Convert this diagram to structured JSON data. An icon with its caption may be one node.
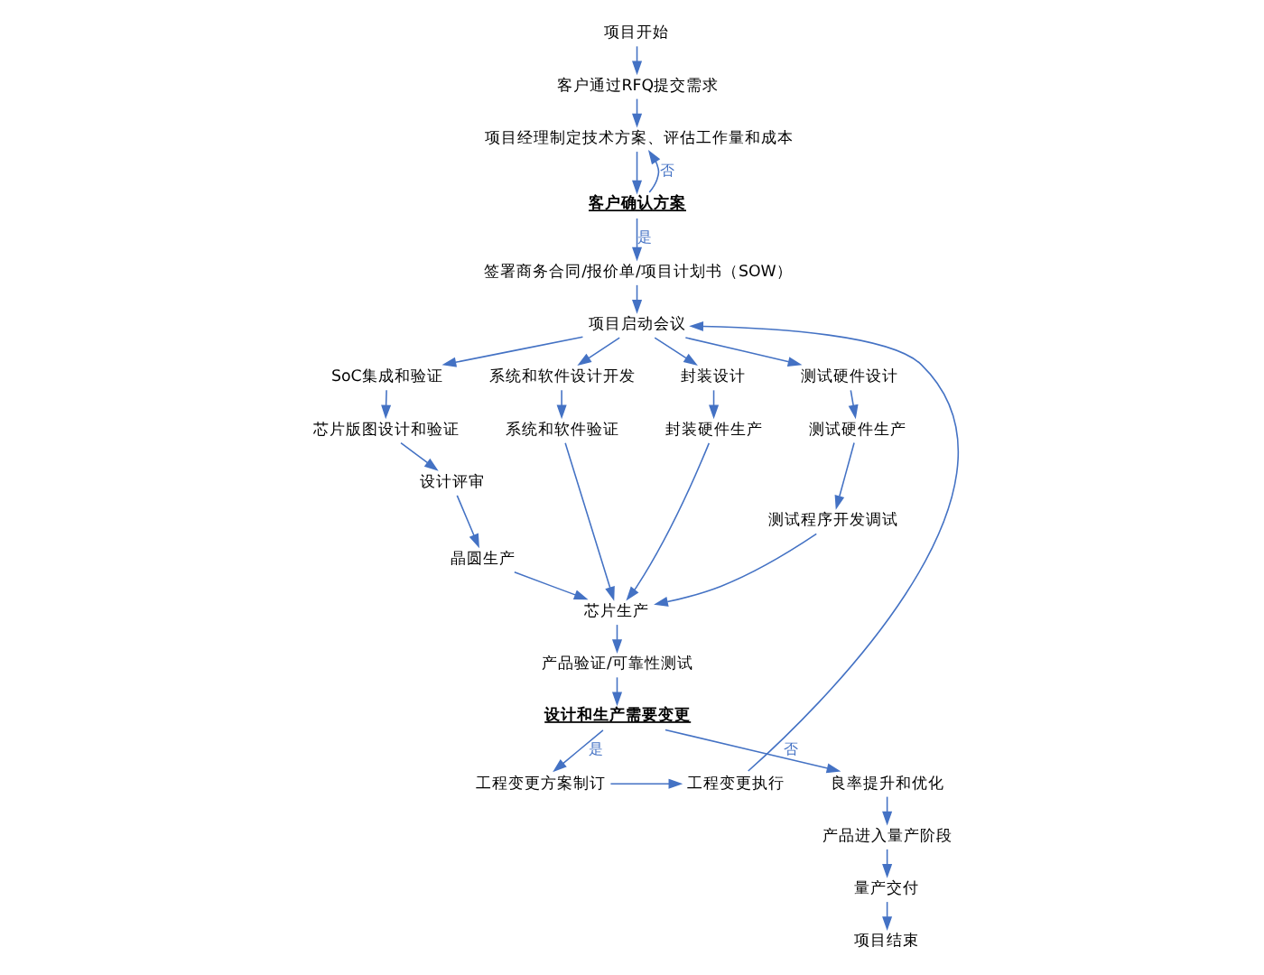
{
  "diagram": {
    "nodes": [
      {
        "text": [
          "项目开始"
        ]
      },
      {
        "text": [
          "客户通过RFQ提交需求"
        ]
      },
      {
        "text": [
          "项目经理制定技术方案、评估工作量和成本"
        ]
      },
      {
        "text": [
          "客户确认方案"
        ]
      },
      {
        "text": [
          "签署商务合同/报价单/项目计划书（SOW）"
        ]
      },
      {
        "text": [
          "项目启动会议"
        ]
      },
      {
        "text": [
          "SoC集成和验证"
        ]
      },
      {
        "text": [
          "芯片版图设计和验证"
        ]
      },
      {
        "text": [
          "设计评审"
        ]
      },
      {
        "text": [
          "晶圆生产"
        ]
      },
      {
        "text": [
          "系统和软件设计开发"
        ]
      },
      {
        "text": [
          "系统和软件验证"
        ]
      },
      {
        "text": [
          "封装设计"
        ]
      },
      {
        "text": [
          "封装硬件生产"
        ]
      },
      {
        "text": [
          "测试硬件设计"
        ]
      },
      {
        "text": [
          "测试硬件生产"
        ]
      },
      {
        "text": [
          "测试程序开发调试"
        ]
      },
      {
        "text": [
          "芯片生产"
        ]
      },
      {
        "text": [
          "产品验证/可靠性测试"
        ]
      },
      {
        "text": [
          "设计和生产需要变更"
        ]
      },
      {
        "text": [
          "工程变更方案制订"
        ]
      },
      {
        "text": [
          "工程变更执行"
        ]
      },
      {
        "text": [
          "良率提升和优化"
        ]
      },
      {
        "text": [
          "产品进入量产阶段"
        ]
      },
      {
        "text": [
          "量产交付"
        ]
      },
      {
        "text": [
          "项目结束"
        ]
      }
    ],
    "edges": [
      {
        "from": 0,
        "to": 1,
        "arrow": "to"
      },
      {
        "from": 1,
        "to": 2,
        "arrow": "to"
      },
      {
        "from": 2,
        "to": 3,
        "arrow": "to"
      },
      {
        "from": 3,
        "to": 2,
        "arrow": "to",
        "label": "否"
      },
      {
        "from": 3,
        "to": 4,
        "arrow": "to",
        "label": "是"
      },
      {
        "from": 4,
        "to": 5,
        "arrow": "to"
      },
      {
        "from": 5,
        "to": 6,
        "arrow": "to"
      },
      {
        "from": 5,
        "to": 10,
        "arrow": "to"
      },
      {
        "from": 5,
        "to": 12,
        "arrow": "to"
      },
      {
        "from": 5,
        "to": 14,
        "arrow": "to"
      },
      {
        "from": 6,
        "to": 7,
        "arrow": "to"
      },
      {
        "from": 7,
        "to": 8,
        "arrow": "to"
      },
      {
        "from": 8,
        "to": 9,
        "arrow": "to"
      },
      {
        "from": 10,
        "to": 11,
        "arrow": "to"
      },
      {
        "from": 12,
        "to": 13,
        "arrow": "to"
      },
      {
        "from": 14,
        "to": 15,
        "arrow": "to"
      },
      {
        "from": 15,
        "to": 16,
        "arrow": "to"
      },
      {
        "from": 9,
        "to": 17,
        "arrow": "to"
      },
      {
        "from": 11,
        "to": 17,
        "arrow": "to"
      },
      {
        "from": 13,
        "to": 17,
        "arrow": "to"
      },
      {
        "from": 16,
        "to": 17,
        "arrow": "to"
      },
      {
        "from": 17,
        "to": 18,
        "arrow": "to"
      },
      {
        "from": 18,
        "to": 19,
        "arrow": "to"
      },
      {
        "from": 19,
        "to": 20,
        "arrow": "to",
        "label": "是"
      },
      {
        "from": 20,
        "to": 21,
        "arrow": "to"
      },
      {
        "from": 21,
        "to": 5,
        "arrow": "to"
      },
      {
        "from": 19,
        "to": 22,
        "arrow": "to",
        "label": "否"
      },
      {
        "from": 22,
        "to": 23,
        "arrow": "to"
      },
      {
        "from": 23,
        "to": 24,
        "arrow": "to"
      },
      {
        "from": 24,
        "to": 25,
        "arrow": "to"
      }
    ]
  }
}
